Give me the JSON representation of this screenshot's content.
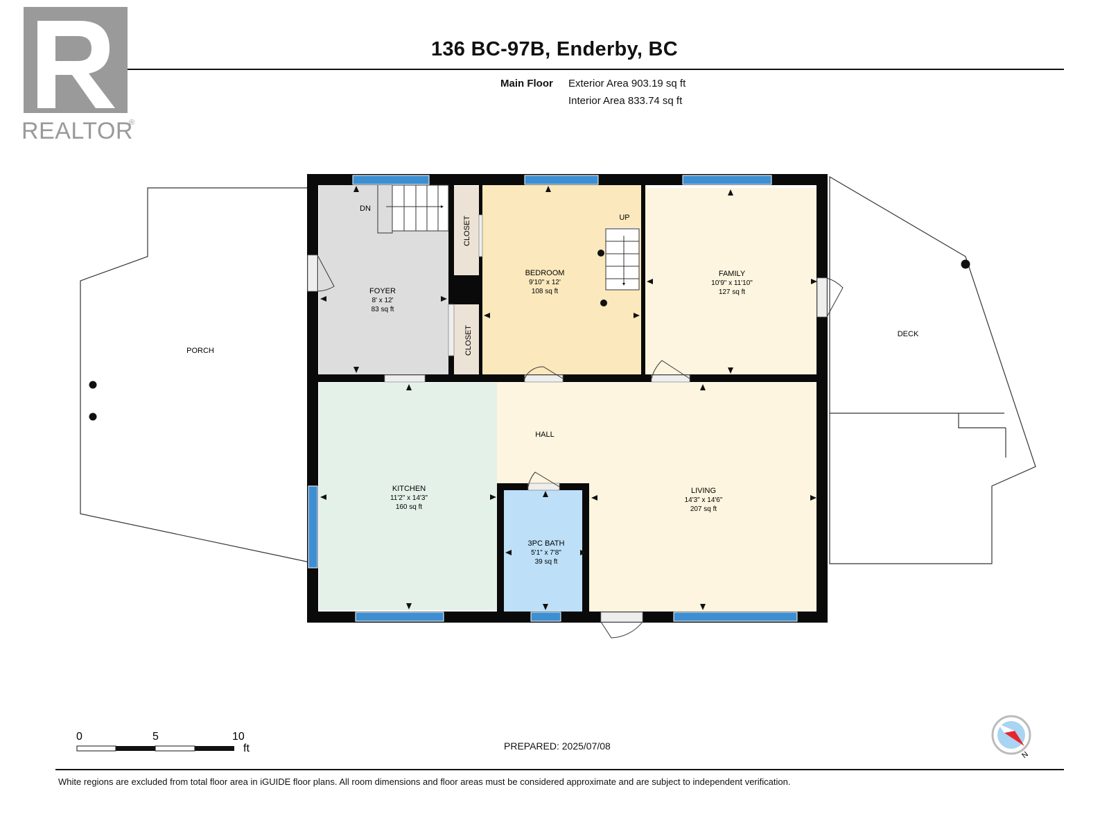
{
  "header": {
    "title": "136 BC-97B, Enderby, BC",
    "floor_label": "Main Floor",
    "exterior_area": "Exterior Area 903.19 sq ft",
    "interior_area": "Interior Area 833.74 sq ft"
  },
  "logo": {
    "text": "REALTOR",
    "mark": "®"
  },
  "rooms": {
    "foyer": {
      "name": "FOYER",
      "dims": "8' x 12'",
      "area": "83 sq ft"
    },
    "bedroom": {
      "name": "BEDROOM",
      "dims": "9'10\" x 12'",
      "area": "108 sq ft"
    },
    "family": {
      "name": "FAMILY",
      "dims": "10'9\" x 11'10\"",
      "area": "127 sq ft"
    },
    "kitchen": {
      "name": "KITCHEN",
      "dims": "11'2\" x 14'3\"",
      "area": "160 sq ft"
    },
    "bath": {
      "name": "3PC BATH",
      "dims": "5'1\" x 7'8\"",
      "area": "39 sq ft"
    },
    "living": {
      "name": "LIVING",
      "dims": "14'3\" x 14'6\"",
      "area": "207 sq ft"
    },
    "hall": {
      "name": "HALL"
    },
    "closet1": {
      "name": "CLOSET"
    },
    "closet2": {
      "name": "CLOSET"
    }
  },
  "outdoor": {
    "porch": "PORCH",
    "deck": "DECK"
  },
  "stairs": {
    "down": "DN",
    "up": "UP"
  },
  "scale": {
    "labels": [
      "0",
      "5",
      "10"
    ],
    "unit": "ft"
  },
  "compass": {
    "north_label": "N"
  },
  "footer": {
    "prepared": "PREPARED: 2025/07/08",
    "disclaimer": "White regions are excluded from total floor area in iGUIDE floor plans. All room dimensions and floor areas must be considered approximate and are subject to independent verification."
  },
  "colors": {
    "wall": "#0a0a0a",
    "window": "#3d8fd1",
    "foyer": "#dddddd",
    "closet": "#ece3d6",
    "bedroom": "#fbe9bd",
    "family": "#fdf5df",
    "kitchen": "#e4f1e8",
    "hall": "#fdf5df",
    "bath": "#bde0f8",
    "living": "#fdf5df",
    "logo": "#9a9a9a"
  }
}
